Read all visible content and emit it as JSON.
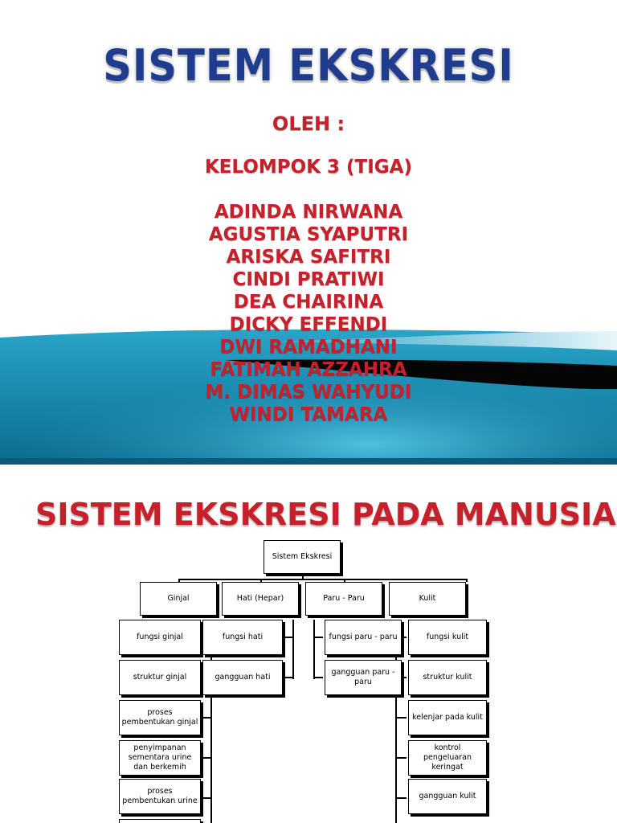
{
  "slide1": {
    "title": "SISTEM EKSKRESI",
    "by_label": "OLEH :",
    "group": "KELOMPOK 3 (TIGA)",
    "members": [
      "ADINDA NIRWANA",
      "AGUSTIA SYAPUTRI",
      "ARISKA SAFITRI",
      "CINDI PRATIWI",
      "DEA CHAIRINA",
      "DICKY EFFENDI",
      "DWI RAMADHANI",
      "FATIMAH AZZAHRA",
      "M. DIMAS WAHYUDI",
      "WINDI TAMARA"
    ],
    "colors": {
      "title": "#1f3c8e",
      "text": "#c8202a",
      "wave": "#1b8db1"
    }
  },
  "slide2": {
    "title": "SISTEM EKSKRESI PADA MANUSIA",
    "chart": {
      "root": "Sistem Ekskresi",
      "branches": [
        "Ginjal",
        "Hati (Hepar)",
        "Paru - Paru",
        "Kulit"
      ],
      "ginjal": [
        "fungsi ginjal",
        "struktur ginjal",
        "proses pembentukan ginjal",
        "penyimpanan sementara urine dan berkemih",
        "proses pembentukan urine"
      ],
      "hati": [
        "fungsi hati",
        "gangguan hati"
      ],
      "paru": [
        "fungsi paru - paru",
        "gangguan paru - paru"
      ],
      "kulit": [
        "fungsi kulit",
        "struktur kulit",
        "kelenjar pada kulit",
        "kontrol pengeluaran keringat",
        "gangguan kulit"
      ]
    }
  }
}
